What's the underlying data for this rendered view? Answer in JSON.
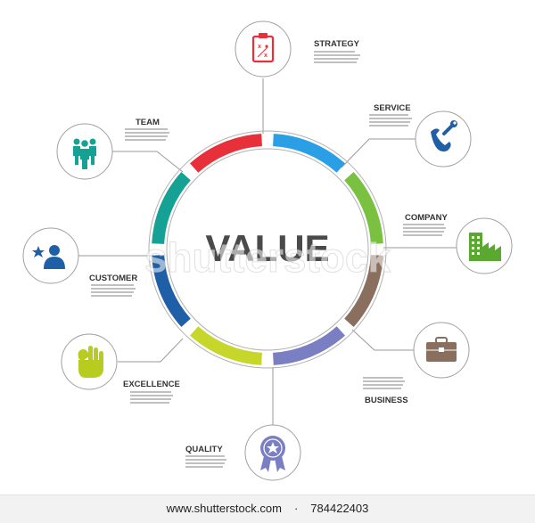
{
  "center_label": "VALUE",
  "watermark": "shutterstock",
  "segment_colors": [
    "#e8303a",
    "#2b9fe6",
    "#7ac142",
    "#8b6f5e",
    "#7a7fc4",
    "#c7d62a",
    "#1f5fa8",
    "#15a193"
  ],
  "items": [
    {
      "title": "STRATEGY",
      "icon": "clipboard-strategy-icon",
      "color": "#e8303a"
    },
    {
      "title": "SERVICE",
      "icon": "phone-wrench-icon",
      "color": "#1f5fa8"
    },
    {
      "title": "COMPANY",
      "icon": "factory-icon",
      "color": "#5aa832"
    },
    {
      "title": "BUSINESS",
      "icon": "briefcase-icon",
      "color": "#8b6f5e"
    },
    {
      "title": "QUALITY",
      "icon": "quality-badge-icon",
      "color": "#7a7fc4"
    },
    {
      "title": "EXCELLENCE",
      "icon": "ok-hand-icon",
      "color": "#b7cc1f"
    },
    {
      "title": "CUSTOMER",
      "icon": "customer-star-icon",
      "color": "#1f5fa8"
    },
    {
      "title": "TEAM",
      "icon": "team-icon",
      "color": "#15a193"
    }
  ],
  "footer": {
    "url": "www.shutterstock.com",
    "id": "784422403"
  }
}
